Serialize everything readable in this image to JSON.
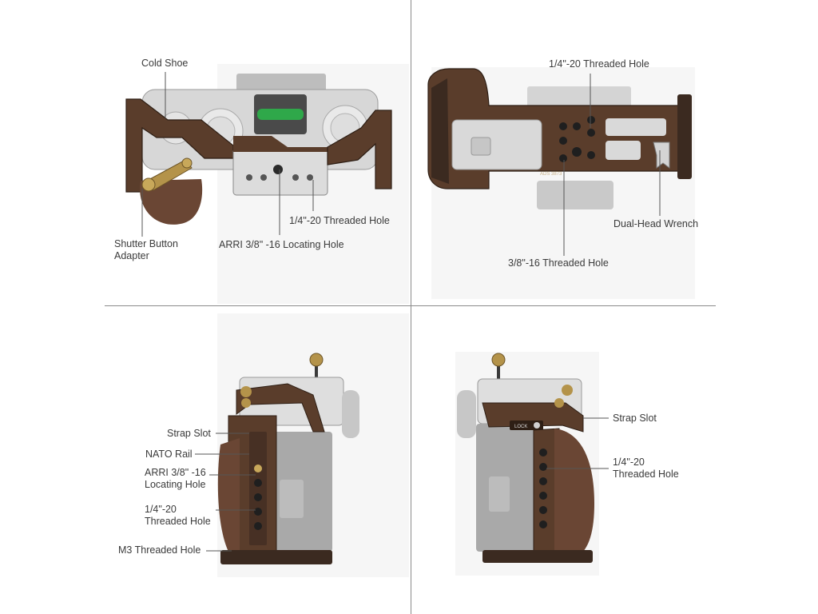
{
  "panels": {
    "top_left": {
      "view": "top",
      "labels": {
        "cold_shoe": "Cold Shoe",
        "threaded_hole": "1/4\"-20 Threaded Hole",
        "shutter_adapter_line1": "Shutter Button",
        "shutter_adapter_line2": "Adapter",
        "arri_hole": "ARRI 3/8\" -16 Locating Hole"
      }
    },
    "top_right": {
      "view": "bottom",
      "labels": {
        "threaded_hole_14": "1/4\"-20 Threaded Hole",
        "wrench": "Dual-Head Wrench",
        "threaded_hole_38": "3/8\"-16 Threaded Hole"
      },
      "engraving": "ADS 3873"
    },
    "bottom_left": {
      "view": "left-side",
      "labels": {
        "strap_slot": "Strap Slot",
        "nato_rail": "NATO Rail",
        "arri_line1": "ARRI 3/8\" -16",
        "arri_line2": "Locating Hole",
        "threaded_line1": "1/4\"-20",
        "threaded_line2": "Threaded Hole",
        "m3_hole": "M3 Threaded Hole"
      }
    },
    "bottom_right": {
      "view": "right-side",
      "labels": {
        "strap_slot": "Strap Slot",
        "threaded_line1": "1/4\"-20",
        "threaded_line2": "Threaded Hole"
      },
      "lock_text": "LOCK"
    }
  },
  "colors": {
    "cage_bronze": "#5a3d2b",
    "leather": "#6a4634",
    "camera_silver": "#cfcfcf",
    "camera_body_gray": "#a9a9a9",
    "brass": "#b4934a",
    "divider": "#8a8a8a"
  }
}
